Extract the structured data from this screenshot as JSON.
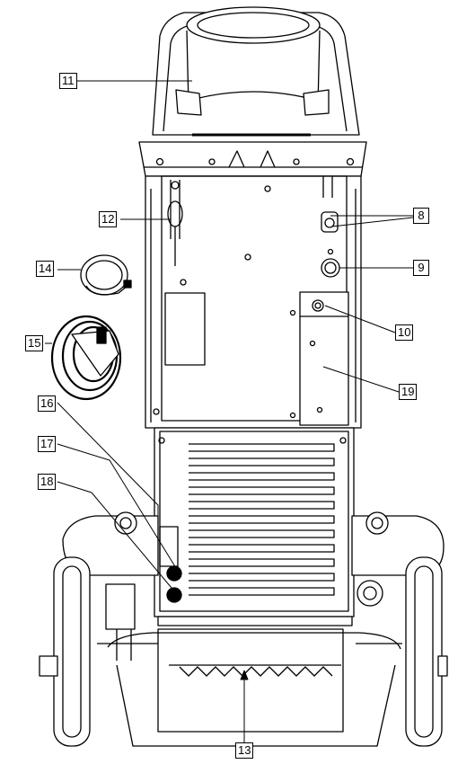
{
  "diagram": {
    "callouts": [
      {
        "id": "c11",
        "label": "11"
      },
      {
        "id": "c12",
        "label": "12"
      },
      {
        "id": "c14",
        "label": "14"
      },
      {
        "id": "c15",
        "label": "15"
      },
      {
        "id": "c16",
        "label": "16"
      },
      {
        "id": "c17",
        "label": "17"
      },
      {
        "id": "c18",
        "label": "18"
      },
      {
        "id": "c8",
        "label": "8"
      },
      {
        "id": "c9",
        "label": "9"
      },
      {
        "id": "c10",
        "label": "10"
      },
      {
        "id": "c19",
        "label": "19"
      },
      {
        "id": "c13",
        "label": "13"
      }
    ]
  }
}
